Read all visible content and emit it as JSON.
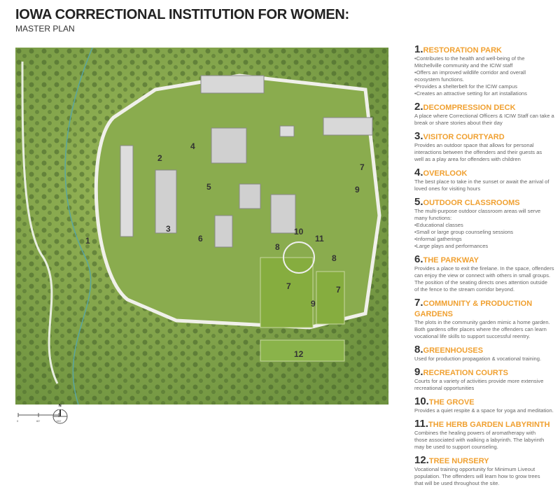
{
  "header": {
    "title": "IOWA CORRECTIONAL INSTITUTION FOR WOMEN:",
    "subtitle": "MASTER PLAN"
  },
  "map_labels": [
    "1",
    "2",
    "3",
    "4",
    "5",
    "6",
    "7",
    "7",
    "7",
    "8",
    "8",
    "9",
    "9",
    "10",
    "11",
    "12"
  ],
  "scale": {
    "labels": [
      "0",
      "60'",
      "150'"
    ],
    "north": "N"
  },
  "legend": [
    {
      "num": "1.",
      "name": "RESTORATION PARK",
      "desc": "•Contributes to the health and well-being of the\n  Mitchellville community and the ICIW staff\n•Offers an improved wildlife corridor and overall\n ecosystem functions.\n•Provides a shelterbelt for the ICIW campus\n•Creates an attractive setting for art installations"
    },
    {
      "num": "2.",
      "name": "DECOMPRESSION DECK",
      "desc": "A place where Correctional Officers & ICIW Staff can take a\nbreak or share stories about their day"
    },
    {
      "num": "3.",
      "name": "VISITOR COURTYARD",
      "desc": "Provides an outdoor space that allows for personal\ninteractions between the offenders and their guests as\nwell as a play area for offenders with children"
    },
    {
      "num": "4.",
      "name": "OVERLOOK",
      "desc": "The best place to take in the sunset or await the arrival of\nloved ones for visiting hours"
    },
    {
      "num": "5.",
      "name": "OUTDOOR CLASSROOMS",
      "desc": "The multi-purpose outdoor classroom areas will serve\nmany functions:\n•Educational classes\n•Small or large group counseling sessions\n•Informal gatherings\n•Large plays and performances"
    },
    {
      "num": "6.",
      "name": "THE PARKWAY",
      "desc": "Provides a place to exit the firelane. In the space, offenders\ncan enjoy the view or connect with others in small groups.\nThe position of the seating directs ones attention outside\nof the fence to the stream corridor beyond."
    },
    {
      "num": "7.",
      "name": "COMMUNITY & PRODUCTION GARDENS",
      "desc": "The plots in the community garden mimic a home garden.\nBoth gardens offer places where the offenders can learn\nvocational life skills to support successful reentry."
    },
    {
      "num": "8.",
      "name": "GREENHOUSES",
      "desc": "Used for production propagation & vocational training."
    },
    {
      "num": "9.",
      "name": "RECREATION COURTS",
      "desc": "Courts for a variety of activities provide more extensive\nrecreational opportunities"
    },
    {
      "num": "10.",
      "name": "THE GROVE",
      "desc": "Provides a quiet respite & a space for yoga and meditation."
    },
    {
      "num": "11.",
      "name": "THE HERB GARDEN LABYRINTH",
      "desc": "Combines the healing powers of aromatherapy with\nthose associated with walking a labyrinth.  The labyrinth\nmay be used to support counseling."
    },
    {
      "num": "12.",
      "name": "TREE NURSERY",
      "desc": "Vocational training opportunity for Minimum Liveout\npopulation. The offenders will learn how to grow trees\nthat will be used throughout the site."
    }
  ]
}
